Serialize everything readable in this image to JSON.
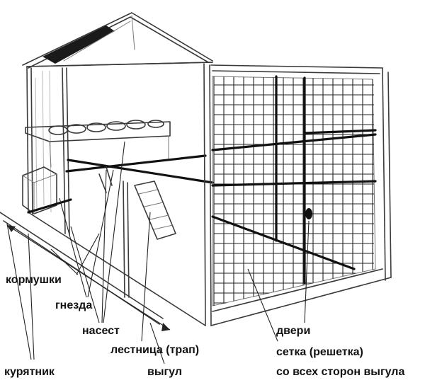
{
  "labels": {
    "feeders": "кормушки",
    "nests": "гнезда",
    "perch": "насест",
    "ladder": "лестница (трап)",
    "doors": "двери",
    "coop": "курятник",
    "run": "выгул",
    "mesh_line1": "сетка (решетка)",
    "mesh_line2": "со всех сторон выгула"
  },
  "colors": {
    "ink": "#111111",
    "pencil": "#3a3a3a",
    "background": "#ffffff"
  }
}
